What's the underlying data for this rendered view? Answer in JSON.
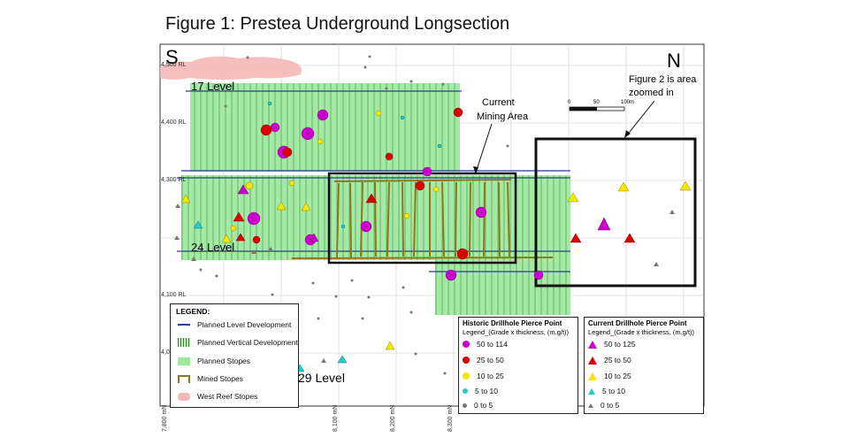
{
  "figure": {
    "title": "Figure 1: Prestea Underground Longsection",
    "south": "S",
    "north": "N"
  },
  "levels": {
    "level_17": "17 Level",
    "level_24": "24 Level",
    "level_29": "29 Level"
  },
  "annotations": {
    "current_mining_area_line1": "Current",
    "current_mining_area_line2": "Mining Area",
    "figure2_line1": "Figure 2 is area",
    "figure2_line2": "zoomed in"
  },
  "scale_bar": {
    "t0": "0",
    "t1": "50",
    "t2": "100m"
  },
  "rl_labels": [
    "4,500 RL",
    "4,400 RL",
    "4,300 RL",
    "4,100 RL",
    "4,0"
  ],
  "mn_labels": [
    "7,800 mN",
    "8,100 mN",
    "8,200 mN",
    "8,300 mN"
  ],
  "legend": {
    "title": "LEGEND:",
    "items": [
      {
        "label": "Planned Level Development",
        "color": "#2b3b9b"
      },
      {
        "label": "Planned Vertical Development",
        "color": "#3d7a2e"
      },
      {
        "label": "Planned Stopes",
        "color": "#9de89d"
      },
      {
        "label": "Mined Stopes",
        "color": "#8a7a1a"
      },
      {
        "label": "West Reef Stopes",
        "color": "#f4b8b8"
      }
    ]
  },
  "historic_legend": {
    "title": "Historic Drillhole Pierce Point",
    "subtitle": "Legend_(Grade x thickness, (m.g/t))",
    "items": [
      {
        "label": "50 to 114",
        "color": "#cc00cc"
      },
      {
        "label": "25 to 50",
        "color": "#dd0000"
      },
      {
        "label": "10 to 25",
        "color": "#f5e800"
      },
      {
        "label": "5 to 10",
        "color": "#22cccc"
      },
      {
        "label": "0 to 5",
        "color": "#777777"
      }
    ]
  },
  "current_legend": {
    "title": "Current Drillhole Pierce Point",
    "subtitle": "Legend_(Grade x thickness, (m.g/t))",
    "items": [
      {
        "label": "50 to 125",
        "color": "#cc00cc"
      },
      {
        "label": "25 to 50",
        "color": "#dd0000"
      },
      {
        "label": "10 to 25",
        "color": "#f5e800"
      },
      {
        "label": "5 to 10",
        "color": "#22cccc"
      },
      {
        "label": "0 to 5",
        "color": "#777777"
      }
    ]
  }
}
